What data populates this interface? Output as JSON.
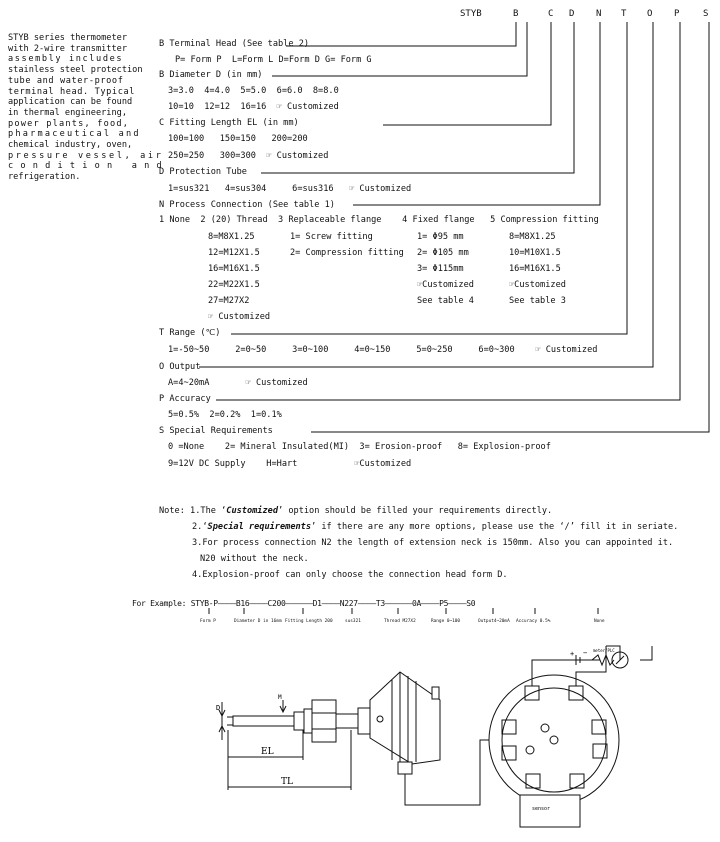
{
  "header_codes": [
    "STYB",
    "B",
    "C",
    "D",
    "N",
    "T",
    "O",
    "P",
    "S"
  ],
  "intro_lines": [
    "STYB series thermometer",
    "with 2-wire transmitter",
    "assembly includes",
    "stainless steel protection",
    "tube and water-proof",
    "terminal head. Typical",
    "application can be found",
    "in thermal engineering,",
    "power plants, food,",
    "pharmaceutical and",
    "chemical industry, oven,",
    "pressure vessel, air",
    "condition and",
    "refrigeration."
  ],
  "sections": {
    "terminal_head": {
      "title": "B Terminal Head (See table 2)",
      "l1": "P= Form P  L=Form L D=Form D G= Form G"
    },
    "diameter": {
      "title": "B Diameter D (in mm)",
      "l1": "3=3.0  4=4.0  5=5.0  6=6.0  8=8.0",
      "l2": "10=10  12=12  16=16  ☞ Customized"
    },
    "fitting_length": {
      "title": "C Fitting Length EL (in mm)",
      "l1": "100=100   150=150   200=200",
      "l2": "250=250   300=300  ☞ Customized"
    },
    "protection_tube": {
      "title": "D Protection Tube",
      "l1": "1=sus321   4=sus304     6=sus316   ☞ Customized"
    },
    "process_connection": {
      "title": "N Process Connection (See table 1)",
      "head": "1 None  2 (20) Thread  3 Replaceable flange    4 Fixed flange   5 Compression fitting",
      "thread": [
        "8=M8X1.25",
        "12=M12X1.5",
        "16=M16X1.5",
        "22=M22X1.5",
        "27=M27X2",
        "☞ Customized"
      ],
      "replaceable": [
        "1= Screw fitting",
        "2= Compression fitting"
      ],
      "fixed": [
        "1= Φ95 mm",
        "2= Φ105 mm",
        "3= Φ115mm",
        "☞Customized",
        "See table 4"
      ],
      "compression": [
        "8=M8X1.25",
        "10=M10X1.5",
        "16=M16X1.5",
        "☞Customized",
        "See table 3"
      ]
    },
    "range": {
      "title": "T Range (℃)",
      "l1": "1=-50~50     2=0~50     3=0~100     4=0~150     5=0~250     6=0~300    ☞ Customized"
    },
    "output": {
      "title": "O Output",
      "l1": "A=4~20mA       ☞ Customized"
    },
    "accuracy": {
      "title": "P Accuracy",
      "l1": "5=0.5%  2=0.2%  1=0.1%"
    },
    "special": {
      "title": "S Special Requirements",
      "l1": "0 =None    2= Mineral Insulated(MI)  3= Erosion-proof   8= Explosion-proof",
      "l2": "9=12V DC Supply    H=Hart           ☞Customized"
    }
  },
  "notes": {
    "n1_pre": "Note: 1.The ‘",
    "n1_em": "Customized",
    "n1_post": "’ option should be filled your requirements directly.",
    "n2_pre": "2.‘",
    "n2_em": "Special requirements",
    "n2_post": "’ if there are any more options, please use the ‘/’ fill it in seriate.",
    "n3": "3.For process connection N2 the length of extension neck is 150mm. Also you can appointed it.",
    "n3b": "N20 without the neck.",
    "n4": "4.Explosion-proof can only choose the connection head form D."
  },
  "example": {
    "line": "For Example: STYB-P————B16————C200——————D1————N227————T3——————0A————P5————S0",
    "captions": [
      "Form P",
      "Diameter D in 16mm",
      "Fitting Length 200",
      "sus321",
      "Thread M27X2",
      "Range 0~100",
      "Output4~20mA",
      "Accuracy 0.5%",
      "None"
    ]
  },
  "diagram": {
    "d": "D",
    "m": "M",
    "el": "EL",
    "tl": "TL",
    "meter": "meter/PLC",
    "plus": "+",
    "minus": "−",
    "sensor": "sensor"
  }
}
